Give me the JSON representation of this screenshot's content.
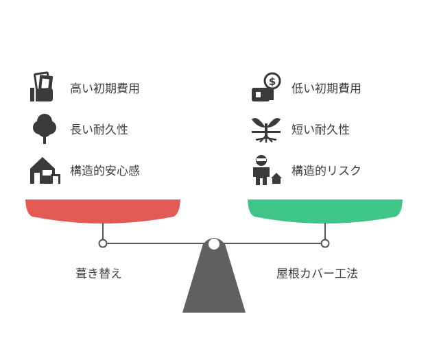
{
  "left": {
    "title": "葺き替え",
    "color": "#e35a55",
    "items": [
      {
        "icon": "cash-hand-icon",
        "label": "高い初期費用"
      },
      {
        "icon": "tree-icon",
        "label": "長い耐久性"
      },
      {
        "icon": "house-icon",
        "label": "構造的安心感"
      }
    ]
  },
  "right": {
    "title": "屋根カバー工法",
    "color": "#3ec587",
    "items": [
      {
        "icon": "wallet-dollar-icon",
        "label": "低い初期費用"
      },
      {
        "icon": "sprout-icon",
        "label": "短い耐久性"
      },
      {
        "icon": "burglar-house-icon",
        "label": "構造的リスク"
      }
    ]
  }
}
